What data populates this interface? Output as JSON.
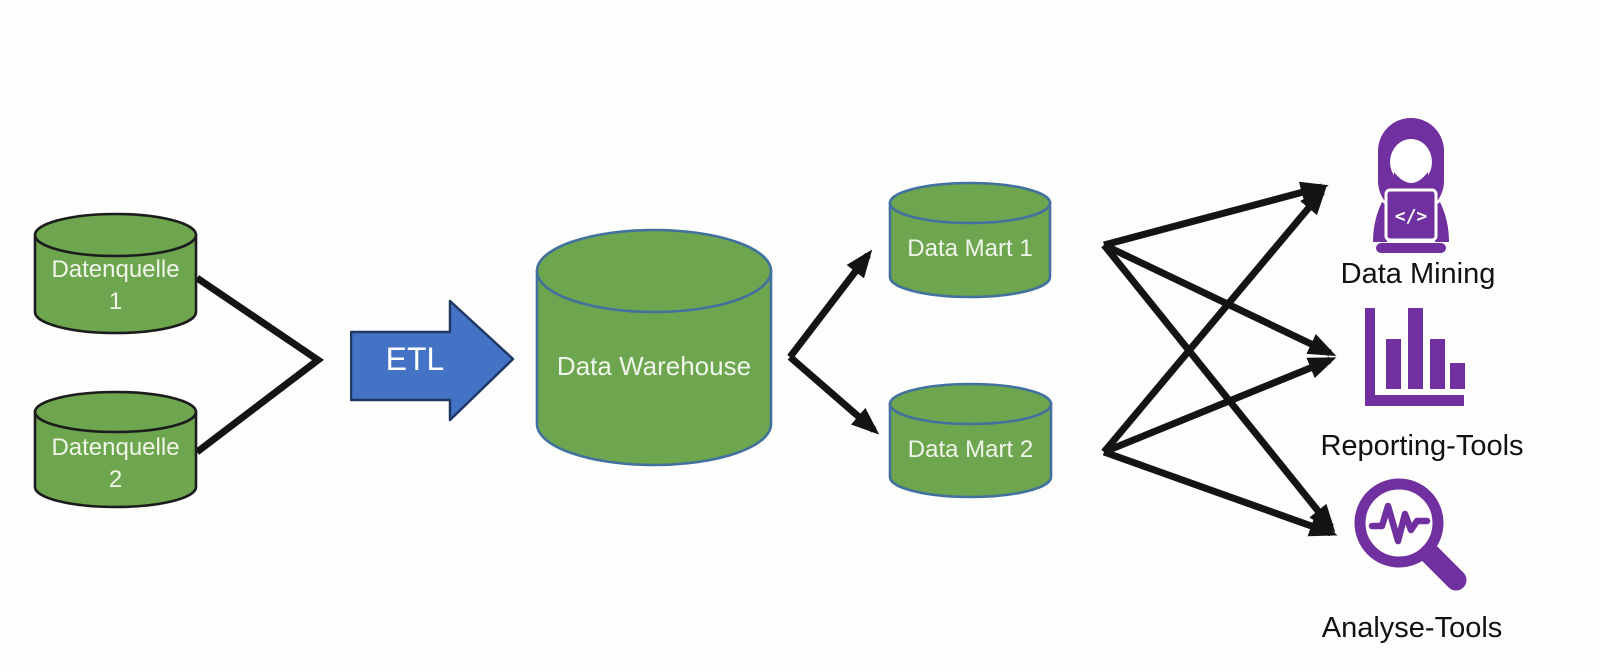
{
  "nodes": {
    "datenquelle1": {
      "line1": "Datenquelle",
      "line2": "1"
    },
    "datenquelle2": {
      "line1": "Datenquelle",
      "line2": "2"
    },
    "etl": {
      "label": "ETL"
    },
    "warehouse": {
      "label": "Data Warehouse"
    },
    "mart1": {
      "label": "Data Mart 1"
    },
    "mart2": {
      "label": "Data Mart 2"
    },
    "mining": {
      "label": "Data Mining",
      "icon": "person-coding-icon",
      "laptop_glyph": "</>"
    },
    "reporting": {
      "label": "Reporting-Tools",
      "icon": "bar-chart-icon"
    },
    "analyse": {
      "label": "Analyse-Tools",
      "icon": "magnifier-pulse-icon"
    }
  },
  "colors": {
    "cylinder_fill": "#6ea650",
    "source_cylinder_border": "#1c1c1c",
    "warehouse_cylinder_border": "#41719c",
    "etl_arrow_fill": "#4472c4",
    "etl_arrow_border": "#1f3864",
    "connector_arrow": "#141414",
    "tool_icon_purple": "#7030a0",
    "shape_text": "#f0f5ea",
    "tool_label_text": "#111111"
  },
  "edges": [
    {
      "from": "Datenquelle 1",
      "to": "ETL"
    },
    {
      "from": "Datenquelle 2",
      "to": "ETL"
    },
    {
      "from": "Data Warehouse",
      "to": "Data Mart 1"
    },
    {
      "from": "Data Warehouse",
      "to": "Data Mart 2"
    },
    {
      "from": "Data Mart 1",
      "to": "Data Mining"
    },
    {
      "from": "Data Mart 1",
      "to": "Reporting-Tools"
    },
    {
      "from": "Data Mart 1",
      "to": "Analyse-Tools"
    },
    {
      "from": "Data Mart 2",
      "to": "Data Mining"
    },
    {
      "from": "Data Mart 2",
      "to": "Reporting-Tools"
    },
    {
      "from": "Data Mart 2",
      "to": "Analyse-Tools"
    }
  ]
}
